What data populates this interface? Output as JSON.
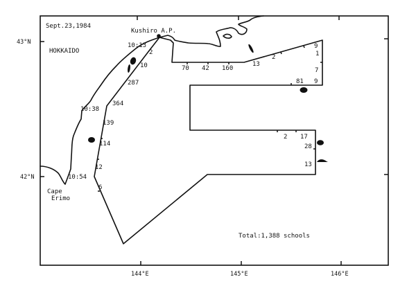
{
  "figure": {
    "date_label": "Sept.23,1984",
    "region_label": "HOKKAIDO",
    "port_label": "Kushiro A.P.",
    "cape_label_line1": "Cape",
    "cape_label_line2": "Erimo",
    "total_label": "Total:1,388 schools"
  },
  "axes": {
    "lat_ticks": [
      {
        "label": "43°N"
      },
      {
        "label": "42°N"
      }
    ],
    "lon_ticks": [
      {
        "label": "144°E"
      },
      {
        "label": "145°E"
      },
      {
        "label": "146°E"
      }
    ]
  },
  "times": {
    "t1": "10:13",
    "t2": "10:38",
    "t3": "10:54"
  },
  "counts": {
    "c_2_a": "2",
    "c_10": "10",
    "c_287": "287",
    "c_364": "364",
    "c_139": "139",
    "c_114": "114",
    "c_12": "12",
    "c_6": "6",
    "c_70": "70",
    "c_42": "42",
    "c_160": "160",
    "c_13_a": "13",
    "c_2_b": "2",
    "c_9_a": "9",
    "c_1": "1",
    "c_7": "7",
    "c_9_b": "9",
    "c_81": "81",
    "c_2_c": "2",
    "c_17": "17",
    "c_28": "28",
    "c_13_b": "13"
  },
  "colors": {
    "ink": "#111111",
    "paper": "#ffffff"
  }
}
